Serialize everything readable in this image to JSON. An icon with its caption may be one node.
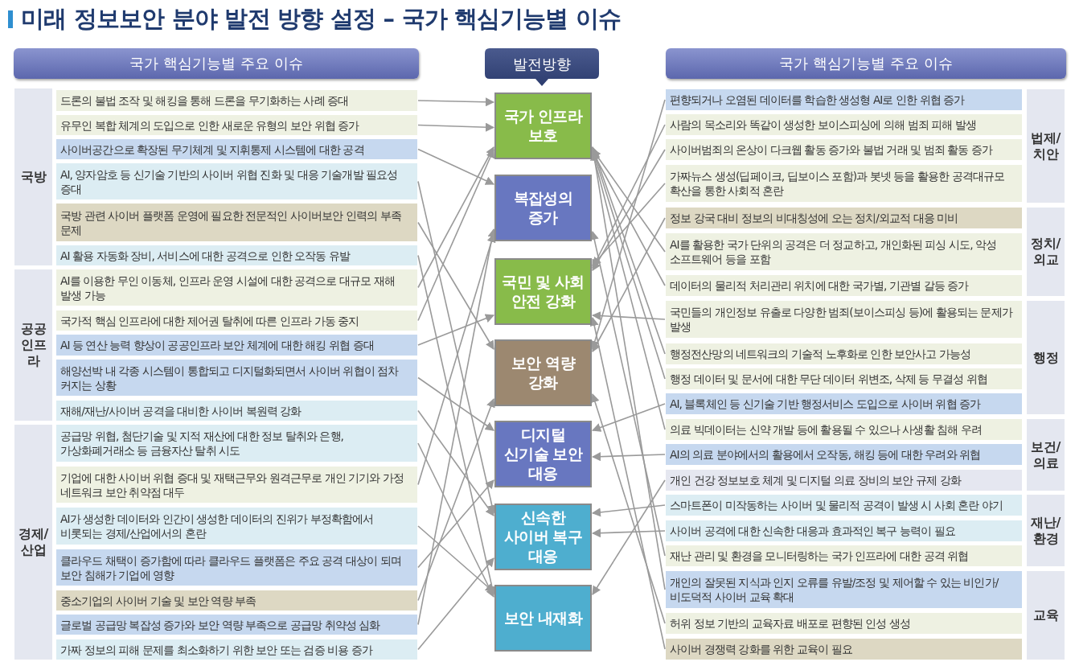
{
  "diagram": {
    "title": "미래 정보보안 분야 발전 방향 설정 – 국가 핵심기능별 이슈",
    "nodes": [
      {
        "text": [
          "국가 핵심기능별 주요 이슈"
        ]
      },
      {
        "text": [
          "발전방향"
        ]
      },
      {
        "text": [
          "국가 핵심기능별 주요 이슈"
        ]
      },
      {
        "text": [
          "국방"
        ]
      },
      {
        "text": [
          "공공인프라"
        ]
      },
      {
        "text": [
          "경제/산업"
        ]
      },
      {
        "text": [
          "드론의 불법 조작 및 해킹을 통해 드론을 무기화하는 사례 증대"
        ]
      },
      {
        "text": [
          "유무인 복합 체계의 도입으로 인한 새로운 유형의 보안 위협 증가"
        ]
      },
      {
        "text": [
          "사이버공간으로 확장된 무기체계 및 지휘통제 시스템에 대한 공격"
        ]
      },
      {
        "text": [
          "AI, 양자암호 등 신기술 기반의 사이버 위협 진화 및 대응 기술개발 필요성 증대"
        ]
      },
      {
        "text": [
          "국방 관련 사이버 플랫폼 운영에 필요한 전문적인 사이버보안 인력의 부족 문제"
        ]
      },
      {
        "text": [
          "AI 활용 자동화 장비, 서비스에 대한 공격으로 인한 오작동 유발"
        ]
      },
      {
        "text": [
          "AI를 이용한 무인 이동체, 인프라 운영 시설에 대한 공격으로 대규모 재해 발생 가능"
        ]
      },
      {
        "text": [
          "국가적 핵심 인프라에 대한 제어권 탈취에 따른 인프라 가동 중지"
        ]
      },
      {
        "text": [
          "AI 등 연산 능력 향상이 공공인프라 보안 체계에 대한 해킹 위협 증대"
        ]
      },
      {
        "text": [
          "해양선박 내 각종 시스템이 통합되고 디지털화되면서 사이버 위협이 점차 커지는 상황"
        ]
      },
      {
        "text": [
          "재해/재난/사이버 공격을 대비한 사이버 복원력 강화"
        ]
      },
      {
        "text": [
          "공급망 위협, 첨단기술 및 지적 재산에 대한 정보 탈취와 은행, 가상화폐거래소 등 금융자산 탈취 시도"
        ]
      },
      {
        "text": [
          "기업에 대한 사이버 위협 증대 및 재택근무와 원격근무로 개인 기기와 가정 네트워크 보안 취약점 대두"
        ]
      },
      {
        "text": [
          "AI가 생성한 데이터와 인간이 생성한 데이터의 진위가 부정확함에서 비롯되는 경제/산업에서의 혼란"
        ]
      },
      {
        "text": [
          "클라우드 채택이 증가함에 따라 클라우드 플랫폼은 주요 공격 대상이 되며 보안 침해가 기업에 영향"
        ]
      },
      {
        "text": [
          "중소기업의 사이버 기술 및 보안 역량 부족"
        ]
      },
      {
        "text": [
          "글로벌 공급망 복잡성 증가와 보안 역량 부족으로 공급망 취약성 심화"
        ]
      },
      {
        "text": [
          "가짜 정보의 피해 문제를 최소화하기 위한 보안 또는 검증 비용 증가"
        ]
      },
      {
        "text": [
          "국가 인프라 보호"
        ]
      },
      {
        "text": [
          "복잡성의 증가"
        ]
      },
      {
        "text": [
          "국민 및 사회 안전 강화"
        ]
      },
      {
        "text": [
          "보안 역량 강화"
        ]
      },
      {
        "text": [
          "디지털 신기술 보안 대응"
        ]
      },
      {
        "text": [
          "신속한 사이버 복구 대응"
        ]
      },
      {
        "text": [
          "보안 내재화"
        ]
      },
      {
        "text": [
          "편향되거나 오염된 데이터를 학습한 생성형 AI로 인한 위협 증가"
        ]
      },
      {
        "text": [
          "사람의 목소리와 똑같이 생성한 보이스피싱에 의해 범죄 피해 발생"
        ]
      },
      {
        "text": [
          "사이버범죄의 온상이 다크웹 활동 증가와 불법 거래 및 범죄 활동 증가"
        ]
      },
      {
        "text": [
          "가짜뉴스 생성(딥페이크, 딥보이스 포함)과 봇넷 등을 활용한 공격대규모 확산을 통한 사회적 혼란"
        ]
      },
      {
        "text": [
          "정보 강국 대비 정보의 비대칭성에 오는 정치/외교적 대응 미비"
        ]
      },
      {
        "text": [
          "AI를 활용한 국가 단위의 공격은 더 정교하고, 개인화된 피싱 시도, 악성 소프트웨어 등을 포함"
        ]
      },
      {
        "text": [
          "데이터의 물리적 처리관리 위치에 대한 국가별, 기관별 갈등 증가"
        ]
      },
      {
        "text": [
          "국민들의 개인정보 유출로 다양한 범죄(보이스피싱 등)에 활용되는 문제가 발생"
        ]
      },
      {
        "text": [
          "행정전산망의 네트워크의 기술적 노후화로 인한 보안사고 가능성"
        ]
      },
      {
        "text": [
          "행정 데이터 및 문서에 대한 무단 데이터 위변조, 삭제 등 무결성 위협"
        ]
      },
      {
        "text": [
          "AI, 블록체인 등 신기술 기반 행정서비스 도입으로 사이버 위협 증가"
        ]
      },
      {
        "text": [
          "의료 빅데이터는 신약 개발 등에 활용될 수 있으나 사생활 침해 우려"
        ]
      },
      {
        "text": [
          "AI의 의료 분야에서의 활용에서 오작동, 해킹 등에 대한 우려와 위협"
        ]
      },
      {
        "text": [
          "개인 건강 정보보호 체계 및 디지털 의료 장비의 보안 규제 강화"
        ]
      },
      {
        "text": [
          "스마트폰이 미작동하는 사이버 및 물리적 공격이 발생 시 사회 혼란 야기"
        ]
      },
      {
        "text": [
          "사이버 공격에 대한 신속한 대응과 효과적인 복구 능력이 필요"
        ]
      },
      {
        "text": [
          "재난 관리 및 환경을 모니터링하는 국가 인프라에 대한 공격 위협"
        ]
      },
      {
        "text": [
          "개인의 잘못된 지식과 인지 오류를 유발/조정 및 제어할 수 있는 비인가/비도덕적 사이버 교육 확대"
        ]
      },
      {
        "text": [
          "허위 정보 기반의 교육자료 배포로 편향된 인성 생성"
        ]
      },
      {
        "text": [
          "사이버 경쟁력 강화를 위한 교육이 필요"
        ]
      },
      {
        "text": [
          "법제/치안"
        ]
      },
      {
        "text": [
          "정치/외교"
        ]
      },
      {
        "text": [
          "행정"
        ]
      },
      {
        "text": [
          "보건/의료"
        ]
      },
      {
        "text": [
          "재난/환경"
        ]
      },
      {
        "text": [
          "교육"
        ]
      }
    ],
    "edges": [
      {
        "from": 6,
        "to": 24,
        "arrow": "to"
      },
      {
        "from": 7,
        "to": 24,
        "arrow": "to"
      },
      {
        "from": 8,
        "to": 25,
        "arrow": "to"
      },
      {
        "from": 9,
        "to": 29,
        "arrow": "to"
      },
      {
        "from": 10,
        "to": 27,
        "arrow": "to"
      },
      {
        "from": 11,
        "to": 30,
        "arrow": "to"
      },
      {
        "from": 12,
        "to": 24,
        "arrow": "to"
      },
      {
        "from": 13,
        "to": 24,
        "arrow": "to"
      },
      {
        "from": 14,
        "to": 26,
        "arrow": "to"
      },
      {
        "from": 15,
        "to": 28,
        "arrow": "to"
      },
      {
        "from": 16,
        "to": 29,
        "arrow": "to"
      },
      {
        "from": 17,
        "to": 30,
        "arrow": "to"
      },
      {
        "from": 18,
        "to": 25,
        "arrow": "to"
      },
      {
        "from": 19,
        "to": 30,
        "arrow": "to"
      },
      {
        "from": 20,
        "to": 28,
        "arrow": "to"
      },
      {
        "from": 21,
        "to": 27,
        "arrow": "to"
      },
      {
        "from": 22,
        "to": 25,
        "arrow": "to"
      },
      {
        "from": 23,
        "to": 29,
        "arrow": "to"
      },
      {
        "from": 31,
        "to": 27,
        "arrow": "to"
      },
      {
        "from": 32,
        "to": 26,
        "arrow": "to"
      },
      {
        "from": 33,
        "to": 26,
        "arrow": "to"
      },
      {
        "from": 34,
        "to": 26,
        "arrow": "to"
      },
      {
        "from": 35,
        "to": 27,
        "arrow": "to"
      },
      {
        "from": 36,
        "to": 24,
        "arrow": "to"
      },
      {
        "from": 37,
        "to": 24,
        "arrow": "to"
      },
      {
        "from": 38,
        "to": 26,
        "arrow": "to"
      },
      {
        "from": 39,
        "to": 24,
        "arrow": "to"
      },
      {
        "from": 40,
        "to": 24,
        "arrow": "to"
      },
      {
        "from": 41,
        "to": 28,
        "arrow": "to"
      },
      {
        "from": 42,
        "to": 24,
        "arrow": "to"
      },
      {
        "from": 43,
        "to": 28,
        "arrow": "to"
      },
      {
        "from": 44,
        "to": 30,
        "arrow": "to"
      },
      {
        "from": 45,
        "to": 29,
        "arrow": "to"
      },
      {
        "from": 46,
        "to": 29,
        "arrow": "to"
      },
      {
        "from": 47,
        "to": 25,
        "arrow": "to"
      },
      {
        "from": 48,
        "to": 24,
        "arrow": "to"
      },
      {
        "from": 49,
        "to": 27,
        "arrow": "to"
      },
      {
        "from": 50,
        "to": 26,
        "arrow": "to"
      }
    ]
  }
}
